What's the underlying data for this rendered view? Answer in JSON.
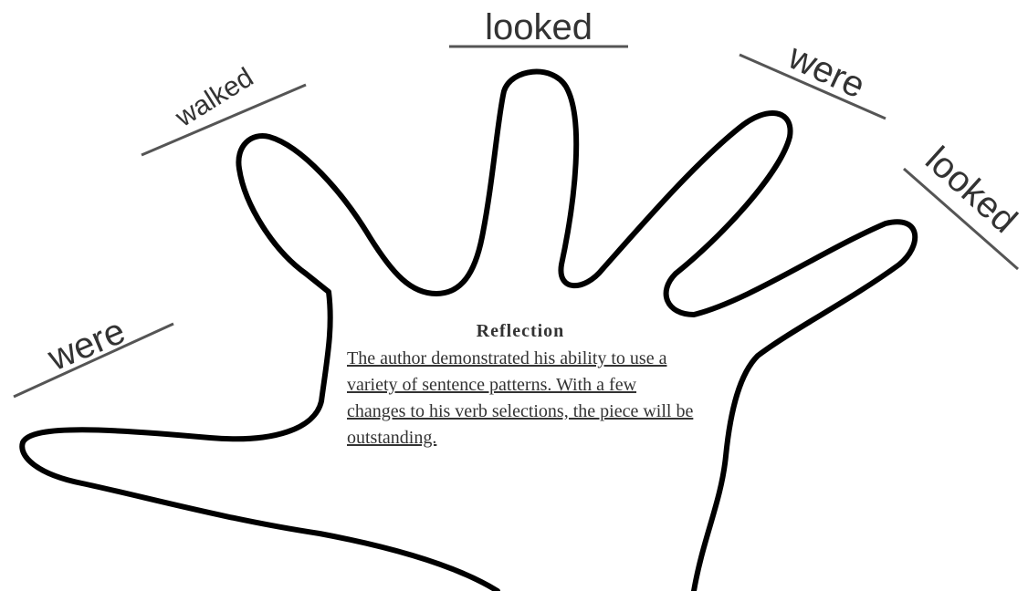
{
  "labels": {
    "top": "looked",
    "upper_left": "walked",
    "upper_right": "were",
    "right": "looked",
    "left": "were"
  },
  "finger_notes": {
    "index": "",
    "middle": "",
    "ring": "",
    "pinky": "",
    "thumb": ""
  },
  "reflection": {
    "heading": "Reflection",
    "text": "The author demonstrated his ability to use a variety of sentence patterns. With a few changes to his verb selections, the piece will be outstanding."
  }
}
